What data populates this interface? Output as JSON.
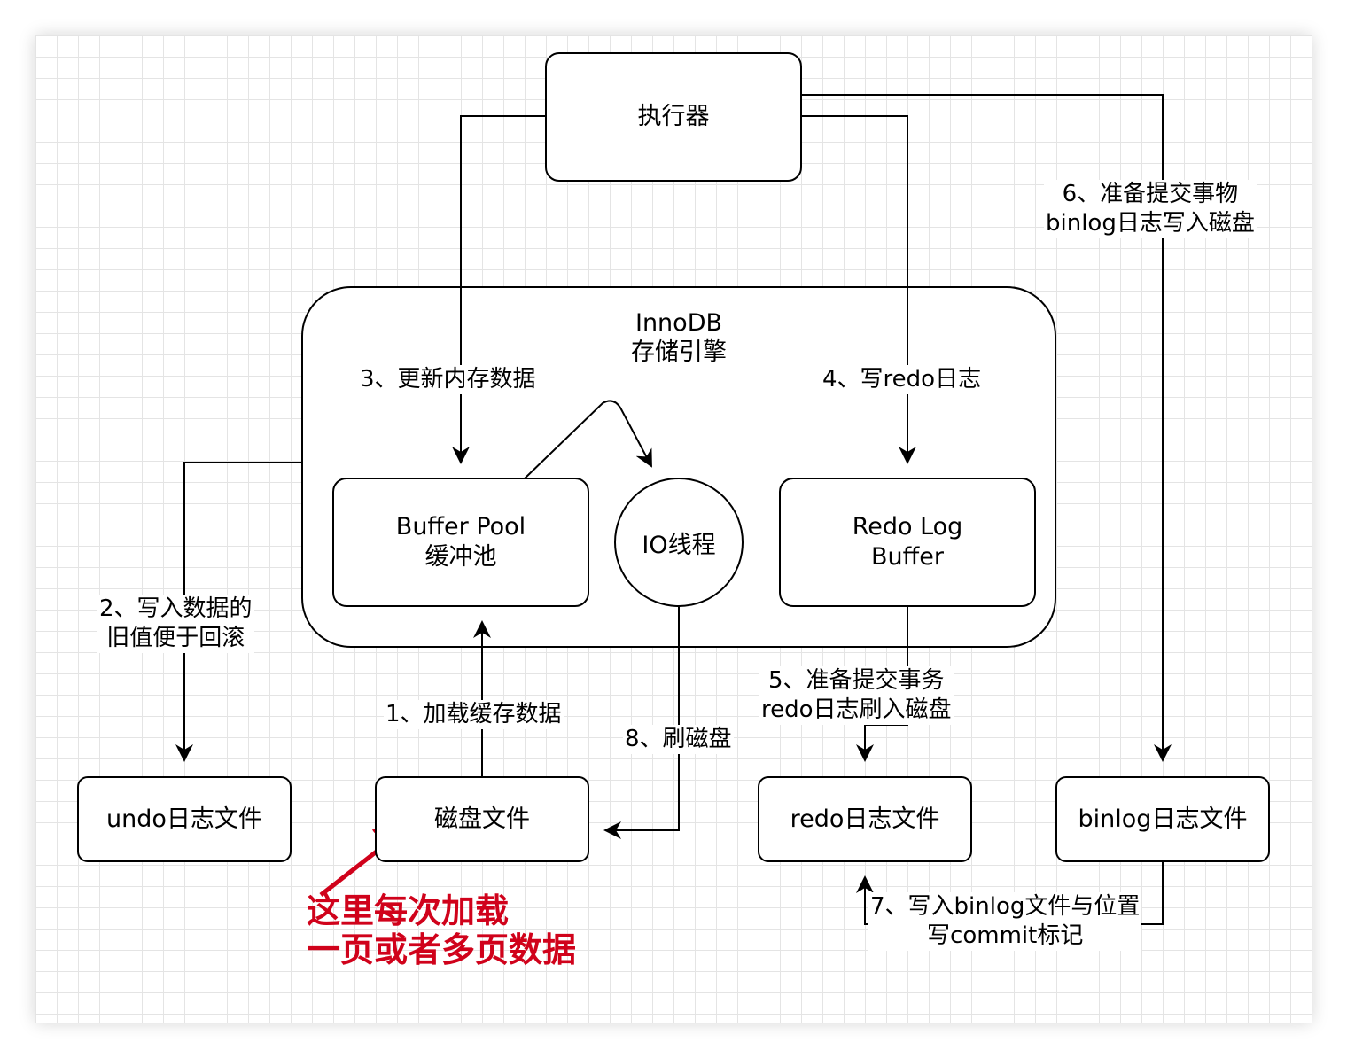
{
  "nodes": {
    "executor": "执行器",
    "engine_line1": "InnoDB",
    "engine_line2": "存储引擎",
    "buffer_pool_line1": "Buffer Pool",
    "buffer_pool_line2": "缓冲池",
    "io_thread": "IO线程",
    "redo_buffer_line1": "Redo Log",
    "redo_buffer_line2": "Buffer",
    "undo_file": "undo日志文件",
    "disk_file": "磁盘文件",
    "redo_file": "redo日志文件",
    "binlog_file": "binlog日志文件"
  },
  "edges": {
    "step1": "1、加载缓存数据",
    "step2_line1": "2、写入数据的",
    "step2_line2": "旧值便于回滚",
    "step3": "3、更新内存数据",
    "step4": "4、写redo日志",
    "step5_line1": "5、准备提交事务",
    "step5_line2": "redo日志刷入磁盘",
    "step6_line1": "6、准备提交事物",
    "step6_line2": "binlog日志写入磁盘",
    "step7_line1": "7、写入binlog文件与位置",
    "step7_line2": "写commit标记",
    "step8": "8、刷磁盘"
  },
  "annotation": {
    "line1": "这里每次加载",
    "line2": "一页或者多页数据",
    "color": "#d0021b"
  }
}
